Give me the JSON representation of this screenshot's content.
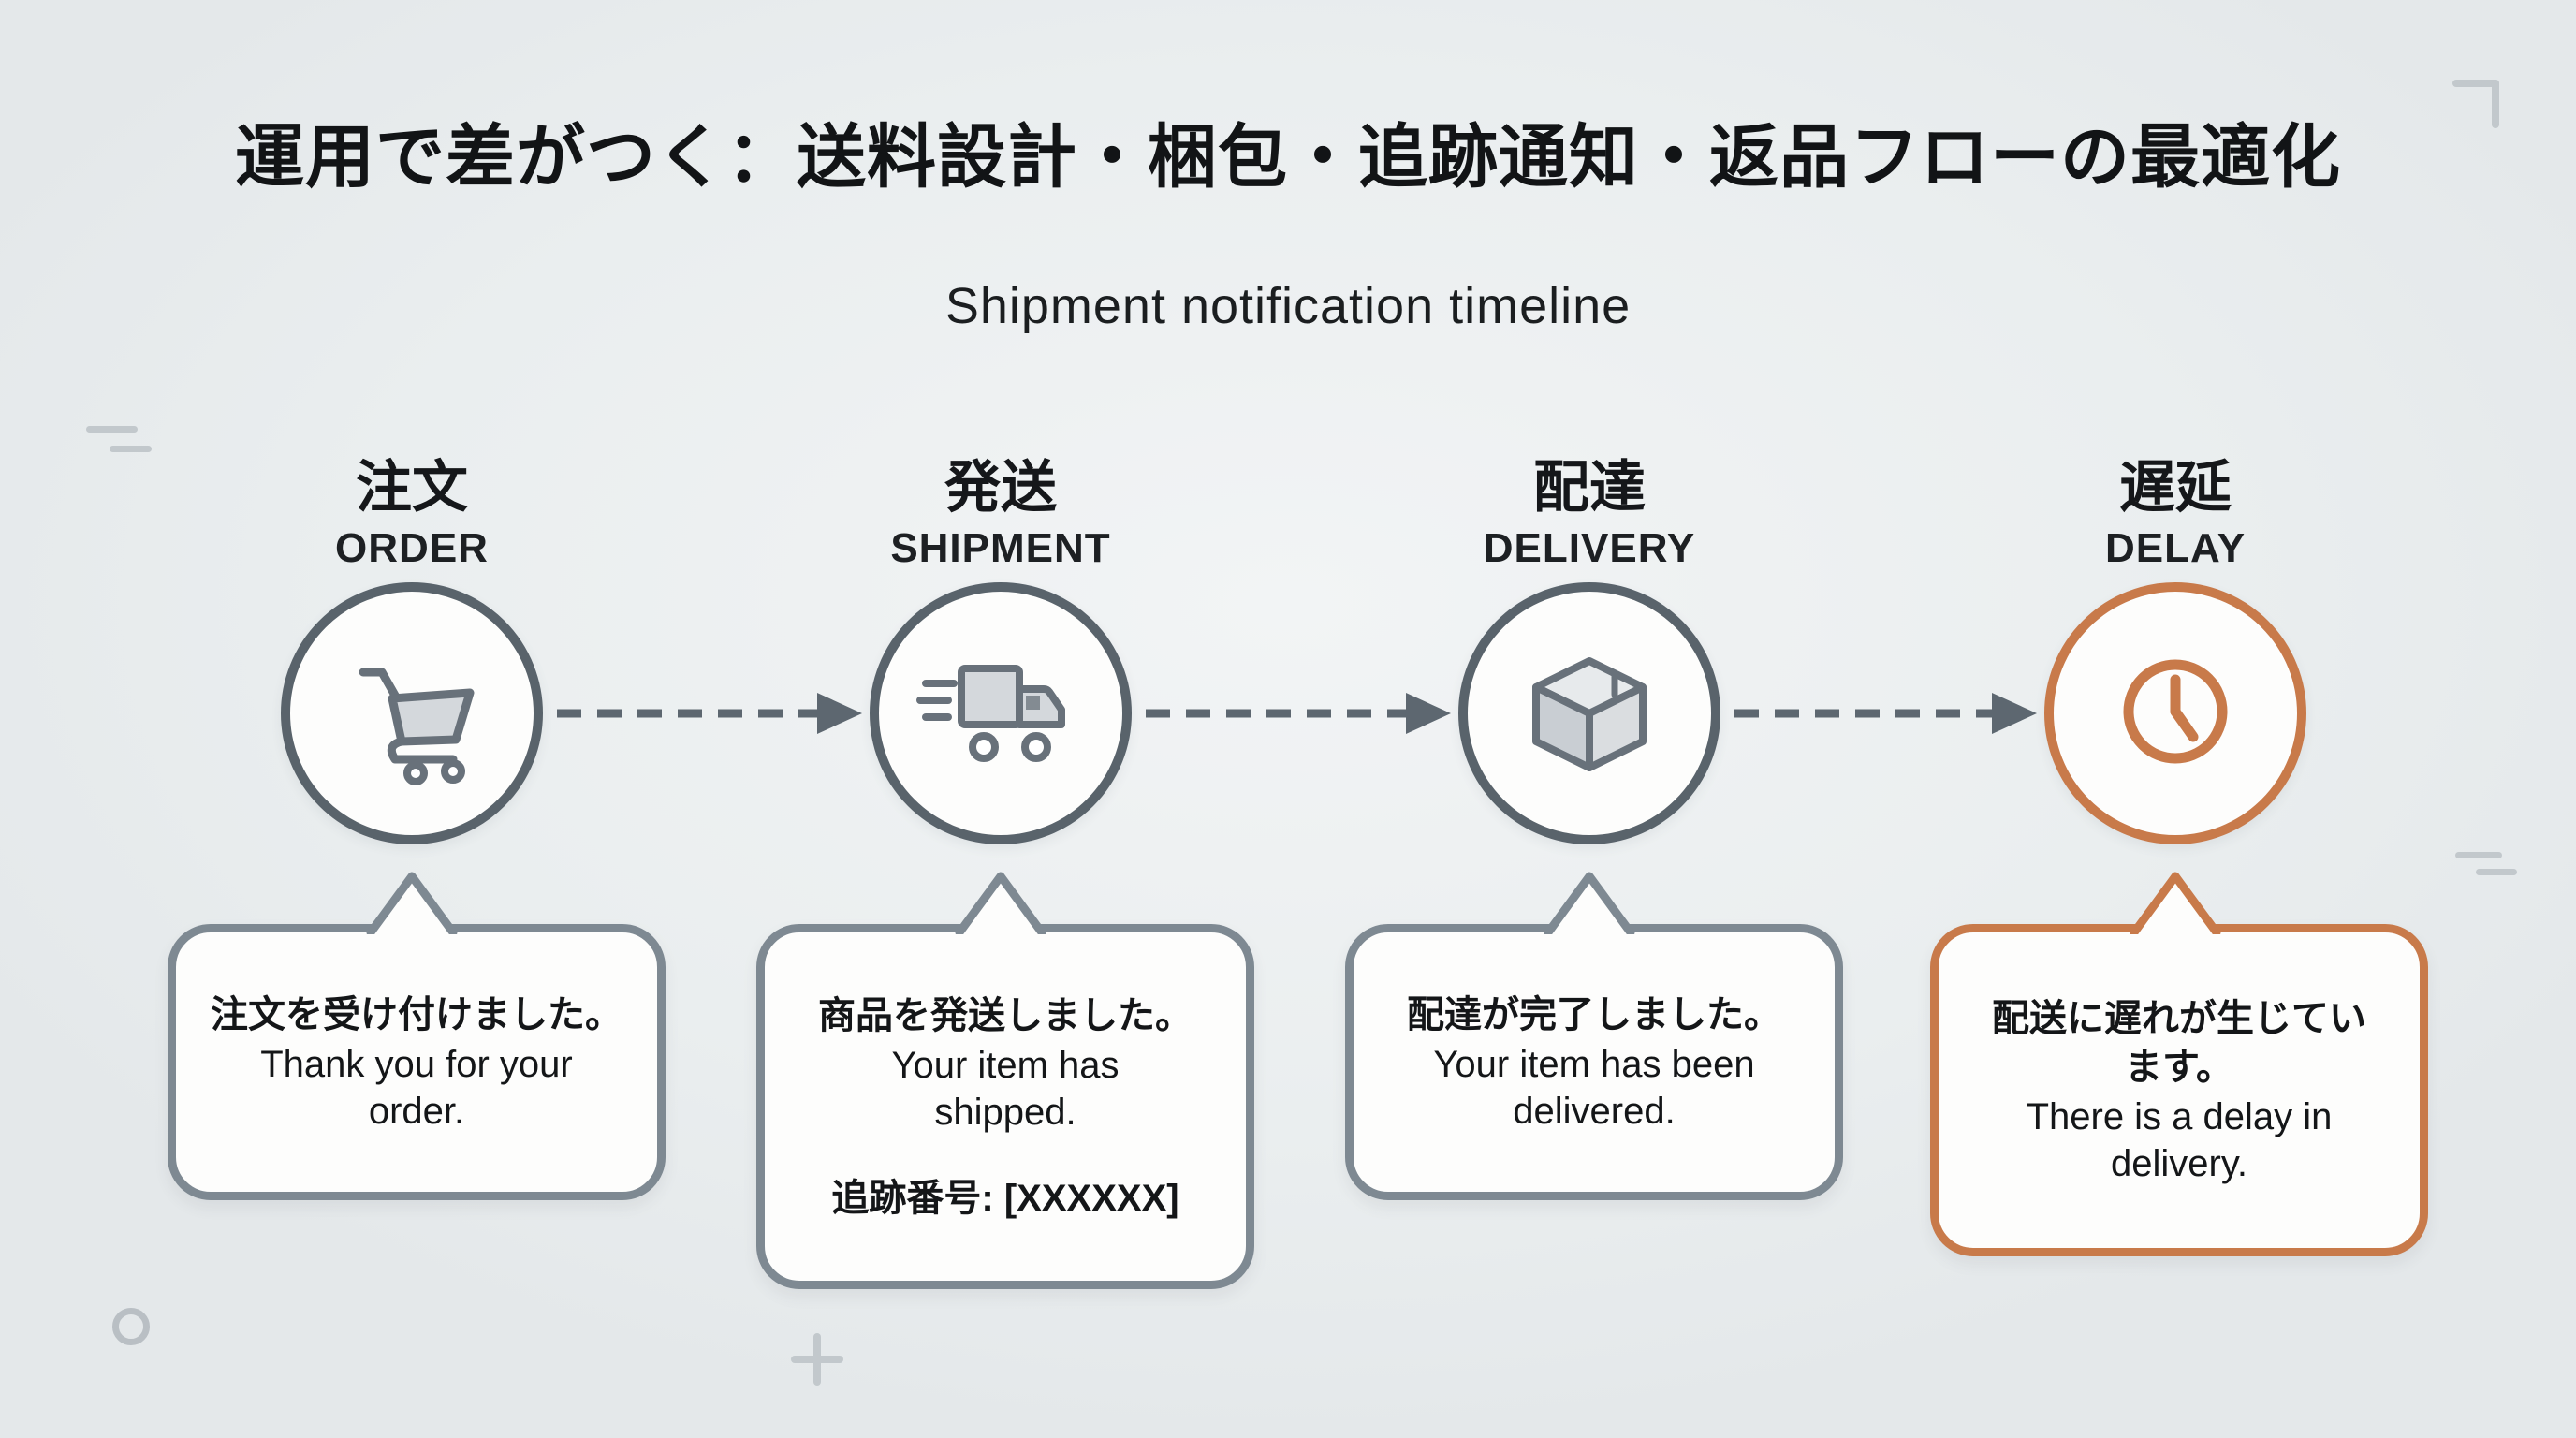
{
  "header": {
    "title": "運用で差がつく：送料設計・梱包・追跡通知・返品フローの最適化",
    "subtitle": "Shipment notification timeline"
  },
  "stages": [
    {
      "label_jp": "注文",
      "label_en": "ORDER",
      "icon": "cart-icon",
      "bubble": {
        "message_jp": "注文を受け付けました。",
        "message_en": "Thank you for your order."
      }
    },
    {
      "label_jp": "発送",
      "label_en": "SHIPMENT",
      "icon": "truck-icon",
      "bubble": {
        "message_jp": "商品を発送しました。",
        "message_en": "Your item has shipped.",
        "tracking": "追跡番号: [XXXXXX]"
      }
    },
    {
      "label_jp": "配達",
      "label_en": "DELIVERY",
      "icon": "box-icon",
      "bubble": {
        "message_jp": "配達が完了しました。",
        "message_en": "Your item has been delivered."
      }
    },
    {
      "label_jp": "遅延",
      "label_en": "DELAY",
      "icon": "clock-icon",
      "bubble": {
        "message_jp": "配送に遅れが生じています。",
        "message_en": "There is a delay in delivery."
      }
    }
  ],
  "colors": {
    "background": "#e9edee",
    "title_text": "#121416",
    "circle_border_gray": "#59636b",
    "icon_gray": "#68717a",
    "icon_fill": "#d4d8dc",
    "connector_gray": "#5d6770",
    "bubble_border_gray": "#7e8992",
    "bubble_bg": "#fdfdfc",
    "accent_orange": "#c87a4a",
    "decor_gray": "#c2c8cc"
  }
}
